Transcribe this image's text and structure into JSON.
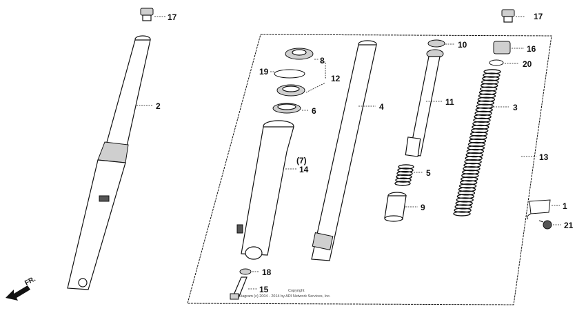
{
  "callouts": [
    {
      "id": "17a",
      "label": "17"
    },
    {
      "id": "17b",
      "label": "17"
    },
    {
      "id": "2",
      "label": "2"
    },
    {
      "id": "8",
      "label": "8"
    },
    {
      "id": "19",
      "label": "19"
    },
    {
      "id": "12",
      "label": "12"
    },
    {
      "id": "6",
      "label": "6"
    },
    {
      "id": "7",
      "label": "(7)"
    },
    {
      "id": "14",
      "label": "14"
    },
    {
      "id": "4",
      "label": "4"
    },
    {
      "id": "10",
      "label": "10"
    },
    {
      "id": "11",
      "label": "11"
    },
    {
      "id": "16",
      "label": "16"
    },
    {
      "id": "20",
      "label": "20"
    },
    {
      "id": "3",
      "label": "3"
    },
    {
      "id": "13",
      "label": "13"
    },
    {
      "id": "5",
      "label": "5"
    },
    {
      "id": "9",
      "label": "9"
    },
    {
      "id": "1",
      "label": "1"
    },
    {
      "id": "21",
      "label": "21"
    },
    {
      "id": "18",
      "label": "18"
    },
    {
      "id": "15",
      "label": "15"
    }
  ],
  "copyright": {
    "line1": "Copyright",
    "line2": "Diagram (c) 2004 - 2014 by ARI Network Services, Inc."
  },
  "direction_label": "FR."
}
